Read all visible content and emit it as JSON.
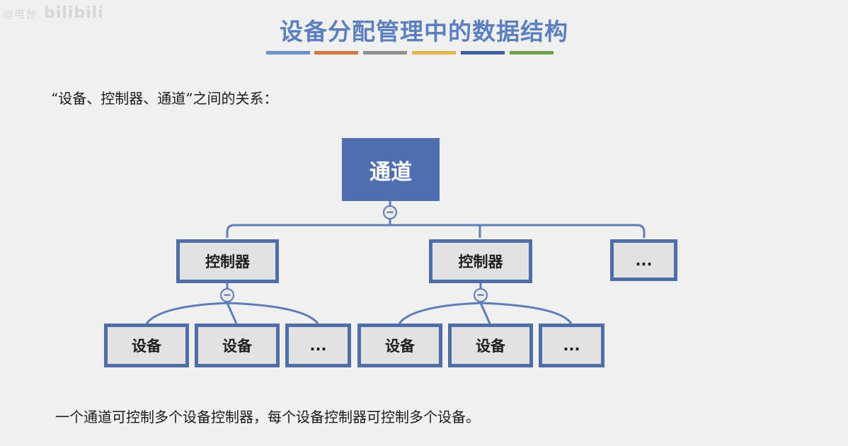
{
  "watermark": {
    "prefix": "@电台",
    "text": "bilibili"
  },
  "title": "设备分配管理中的数据结构",
  "accent_colors": [
    "#6f8fc7",
    "#d07a45",
    "#909090",
    "#e2b449",
    "#3f5f9f",
    "#6fa04a"
  ],
  "intro": "“设备、控制器、通道”之间的关系：",
  "diagram": {
    "root": "通道",
    "controllers": [
      {
        "label": "控制器",
        "devices": [
          "设备",
          "设备",
          "..."
        ]
      },
      {
        "label": "控制器",
        "devices": [
          "设备",
          "设备",
          "..."
        ]
      },
      {
        "label": "..."
      }
    ],
    "collapse_symbol": "−"
  },
  "caption": "一个通道可控制多个设备控制器，每个设备控制器可控制多个设备。"
}
